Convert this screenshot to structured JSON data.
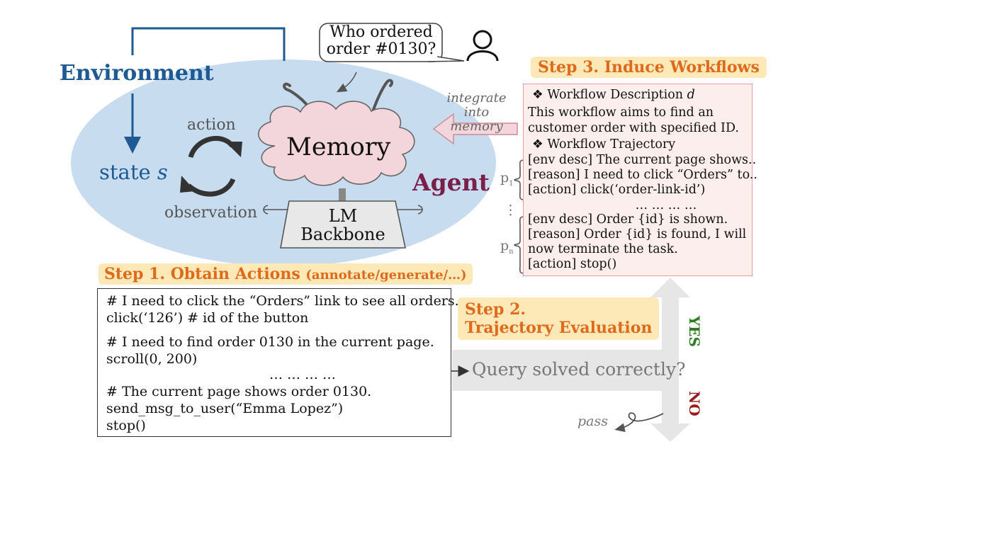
{
  "colors": {
    "environment_blue": "#1d5a94",
    "agent_ellipse": "#c8dcf0",
    "agent_text": "#7a1f4a",
    "memory_cloud": "#f3d6dc",
    "step_heading_bg": "#fde8b7",
    "step_heading_text": "#e06a1b",
    "workflow_box_border": "#e79b9b",
    "workflow_box_bg": "#fdeeee",
    "yes_green": "#2e7d22",
    "no_red": "#9b1c1c",
    "gray_arrow": "#e6e6e6"
  },
  "environment": {
    "title": "Environment",
    "state_prefix": "state",
    "state_var": "s"
  },
  "agent": {
    "label": "Agent",
    "memory_label": "Memory",
    "backbone_line1": "LM",
    "backbone_line2": "Backbone",
    "action_label": "action",
    "observation_label": "observation",
    "loop_icon": "refresh-cycle-icon"
  },
  "user": {
    "question_line1": "Who ordered",
    "question_line2": "order #0130?",
    "icon": "user-icon"
  },
  "integrate": {
    "line1": "integrate into",
    "line2": "memory"
  },
  "step3": {
    "heading": "Step 3. Induce Workflows",
    "desc_title": "❖ Workflow Description",
    "desc_var": "d",
    "desc_line1": "This workflow aims to find an",
    "desc_line2": "customer order with specified ID.",
    "traj_title": "❖ Workflow Trajectory",
    "p1_lines": [
      "[env desc] The current page shows..",
      "[reason] I need to click “Orders” to..",
      "[action] click(‘order-link-id’)"
    ],
    "ellipsis": "… … … …",
    "pn_lines": [
      "[env desc] Order {id} is shown.",
      "[reason] Order {id} is found, I will",
      "now terminate the task.",
      "[action] stop()"
    ],
    "p1_label": "p",
    "p1_sub": "1",
    "pn_label": "p",
    "pn_sub": "n",
    "vdots": "⋮"
  },
  "step1": {
    "heading": "Step 1. Obtain Actions",
    "heading_suffix": "(annotate/generate/…)",
    "lines": [
      "# I need to click the “Orders” link to see all orders.",
      "click(‘126’) # id of the button",
      "# I need to find order 0130 in the current page.",
      "scroll(0, 200)",
      "… … … …",
      "# The current page shows order 0130.",
      "send_msg_to_user(“Emma Lopez”)",
      "stop()"
    ]
  },
  "step2": {
    "heading_line1": "Step 2.",
    "heading_line2": "Trajectory Evaluation",
    "query": "Query solved correctly?",
    "yes": "YES",
    "no": "NO",
    "pass": "pass"
  }
}
